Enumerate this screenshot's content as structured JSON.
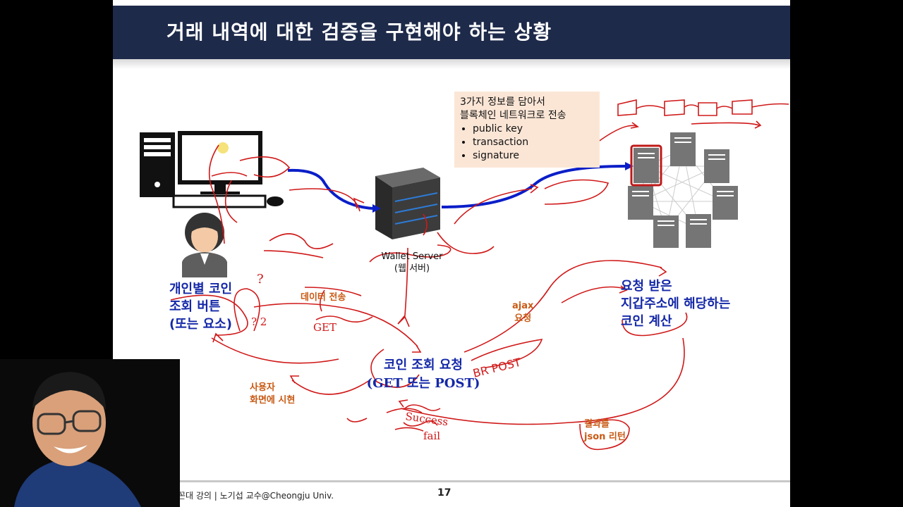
{
  "slide": {
    "title": "거래 내역에 대한 검증을 구현해야 하는 상황",
    "info_box": {
      "line1": "3가지 정보를 담아서",
      "line2": "블록체인 네트워크로 전송",
      "items": [
        "public key",
        "transaction",
        "signature"
      ]
    },
    "wallet_server": {
      "name": "Wallet Server",
      "sub": "(웹 서버)"
    },
    "user_action": {
      "line1": "개인별 코인",
      "line2": "조회 버튼",
      "line3": "(또는 요소)"
    },
    "data_transfer_label": "데이터 전송",
    "ajax_label_1": "ajax",
    "ajax_label_2": "요청",
    "request": {
      "line1": "코인 조회 요청",
      "line2": "(GET 또는 POST)"
    },
    "calc": {
      "line1": "요청 받은",
      "line2": "지갑주소에 해당하는",
      "line3": "코인 계산"
    },
    "display_label_1": "사용자",
    "display_label_2": "화면에 시현",
    "result_label_1": "결과를",
    "result_label_2": "json 리턴",
    "footer": {
      "credit": "꼰대 강의  | 노기섭 교수@Cheongju  Univ.",
      "page": "17"
    }
  },
  "colors": {
    "title_bar": "#1e2a4a",
    "info_box": "#fbe6d6",
    "blue_label": "#1428a8",
    "orange_label": "#c85a14",
    "annotation": "#d01818",
    "flow_arrow": "#0a1ec8"
  }
}
